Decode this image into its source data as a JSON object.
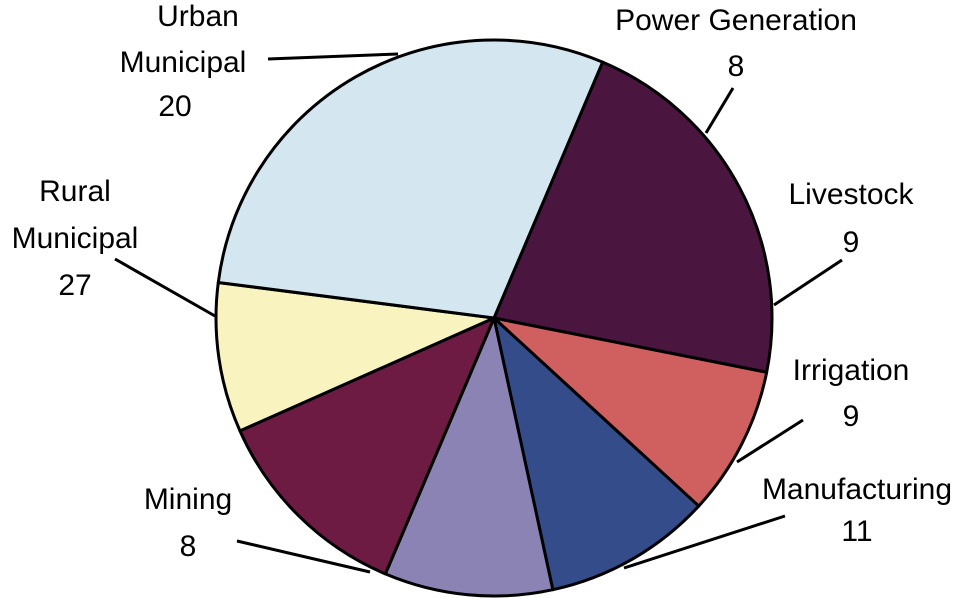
{
  "chart_data": {
    "type": "pie",
    "title": "",
    "slices": [
      {
        "name": "Urban Municipal",
        "value": 20,
        "color": "#4a163f"
      },
      {
        "name": "Power Generation",
        "value": 8,
        "color": "#d05f5f"
      },
      {
        "name": "Livestock",
        "value": 9,
        "color": "#344c89"
      },
      {
        "name": "Irrigation",
        "value": 9,
        "color": "#8b83b3"
      },
      {
        "name": "Manufacturing",
        "value": 11,
        "color": "#6e1b44"
      },
      {
        "name": "Mining",
        "value": 8,
        "color": "#f8f3bf"
      },
      {
        "name": "Rural Municipal",
        "value": 27,
        "color": "#d4e6f0"
      }
    ],
    "legend": "none",
    "labels": "outside-with-leader-lines"
  }
}
